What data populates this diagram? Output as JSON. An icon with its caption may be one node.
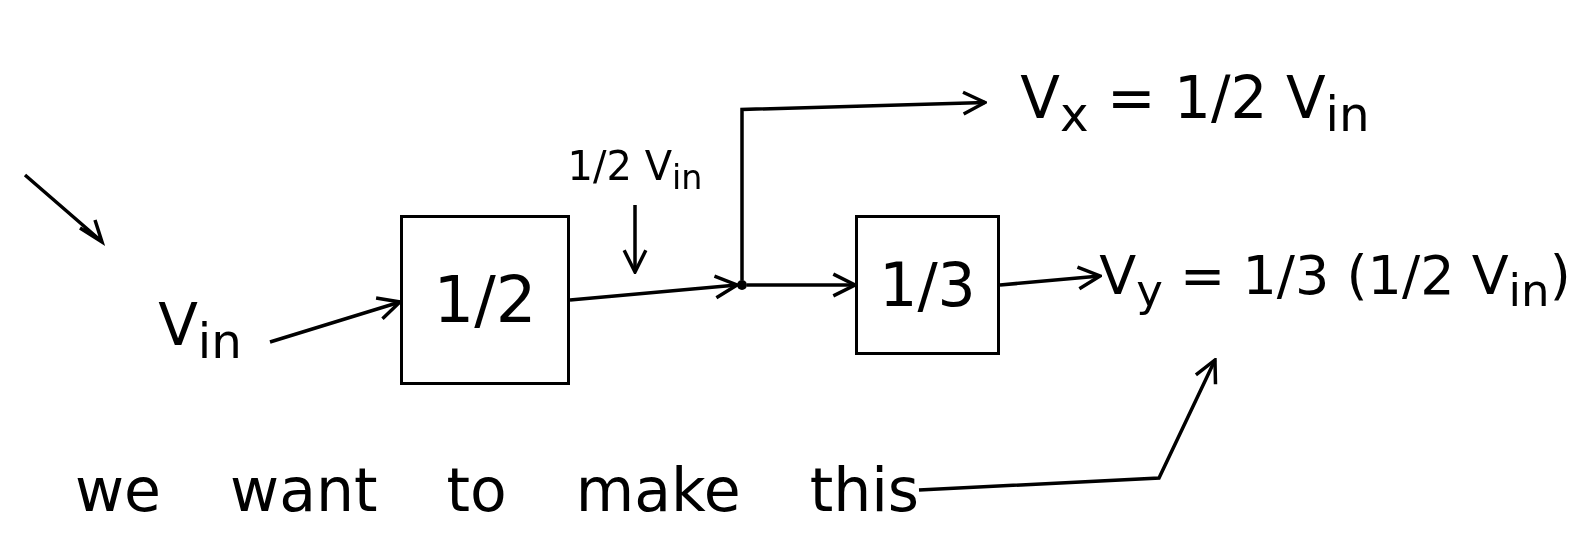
{
  "diagram": {
    "nodes": [
      {
        "text": [
          "V$_{in}$"
        ]
      },
      {
        "text": [
          "1/2"
        ]
      },
      {
        "text": [],
        "shape": "circle"
      },
      {
        "text": [
          "1/3"
        ]
      },
      {
        "text": [
          "V$_{x}$ = 1/2 V$_{in}$"
        ]
      },
      {
        "text": [
          "V$_{y}$ = 1/3 (1/2 V$_{in}$)"
        ]
      },
      {
        "text": [
          "we want to make this"
        ]
      },
      {
        "text": [
          "1/2 V$_{in}$"
        ]
      }
    ],
    "edges": [
      {
        "from": 0,
        "to": 1,
        "arrow": "to"
      },
      {
        "from": 1,
        "to": 2,
        "arrow": "to"
      },
      {
        "from": 2,
        "to": 3,
        "arrow": "to"
      },
      {
        "from": 2,
        "to": 4,
        "arrow": "to"
      },
      {
        "from": 3,
        "to": 5,
        "arrow": "to"
      },
      {
        "from": 7,
        "to": null,
        "arrow": "to"
      },
      {
        "from": 6,
        "to": 5,
        "arrow": "to"
      }
    ]
  }
}
